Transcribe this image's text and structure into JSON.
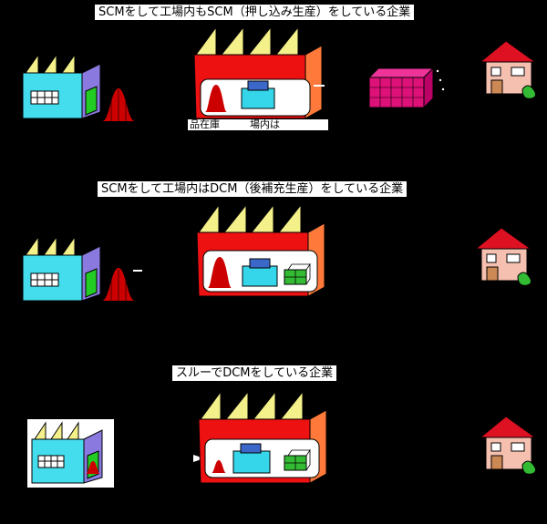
{
  "rows": [
    {
      "title": "SCMをして工場内もSCM（押し込み生産）をしている企業",
      "partial_label": "品在庫　　　場内は"
    },
    {
      "title": "SCMをして工場内はDCM（後補充生産）をしている企業",
      "partial_label": ""
    },
    {
      "title": "スルーでDCMをしている企業",
      "partial_label": ""
    }
  ],
  "colors": {
    "background": "#000000",
    "factory_red": "#ee1111",
    "factory_orange": "#ff7a3a",
    "roof_yellow": "#f4f08a",
    "factory_cyan": "#44ddee",
    "factory_purple": "#8a7adf",
    "inventory_red": "#cc0000",
    "box_blue": "#3b67c8",
    "box_cyan": "#35d6ea",
    "green_box": "#33bb33",
    "pink_stock": "#dd1177",
    "house_roof": "#dd1122",
    "house_wall": "#f6c0b0"
  }
}
